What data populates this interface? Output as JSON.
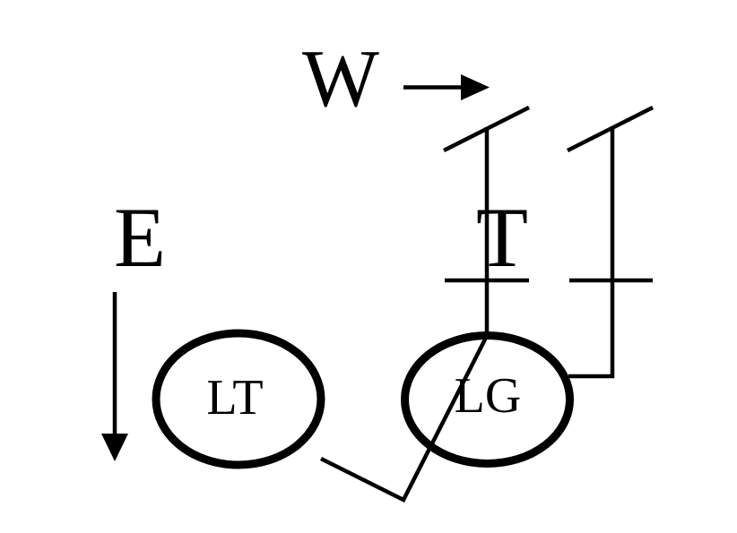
{
  "colors": {
    "ink": "#000000",
    "background": "#ffffff"
  },
  "labels": {
    "w": "W",
    "e": "E",
    "t": "T",
    "lt": "LT",
    "lg": "LG"
  },
  "arrows": {
    "w_direction": "right",
    "e_direction": "down"
  }
}
